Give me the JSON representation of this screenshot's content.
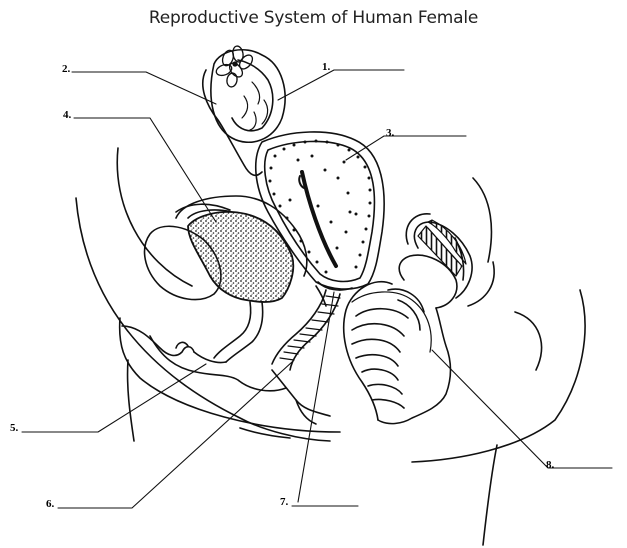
{
  "title": "Reproductive System of Human Female",
  "labels": [
    {
      "number": "1."
    },
    {
      "number": "2."
    },
    {
      "number": "3."
    },
    {
      "number": "4."
    },
    {
      "number": "5."
    },
    {
      "number": "6."
    },
    {
      "number": "7."
    },
    {
      "number": "8."
    }
  ]
}
